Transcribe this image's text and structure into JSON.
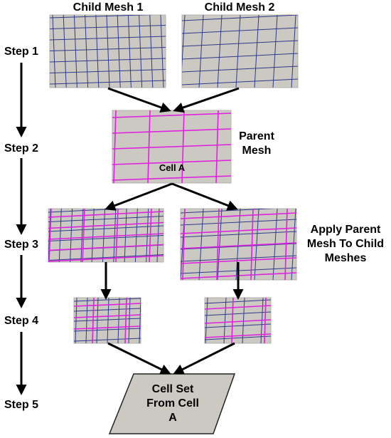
{
  "headers": {
    "child1": "Child Mesh 1",
    "child2": "Child Mesh 2"
  },
  "steps": [
    "Step 1",
    "Step 2",
    "Step 3",
    "Step 4",
    "Step 5"
  ],
  "parent_label": [
    "Parent",
    "Mesh"
  ],
  "cell_label": "Cell A",
  "apply_label": [
    "Apply Parent",
    "Mesh To Child",
    "Meshes"
  ],
  "result_label": [
    "Cell Set",
    "From Cell",
    "A"
  ],
  "colors": {
    "panel": "#ccc9c2",
    "panel_border": "#b5b2ac",
    "child_grid": "#2e3a8c",
    "parent_grid": "#e020e0",
    "arrow": "#000000"
  }
}
